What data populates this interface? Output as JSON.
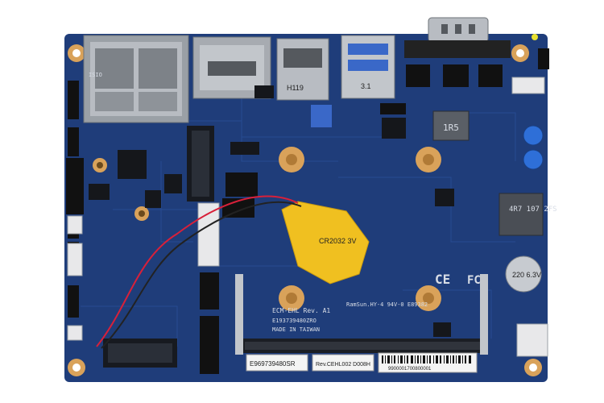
{
  "board": {
    "model_text": "ECM-EHL Rev. A1",
    "sub_text": "E193739480ZRO",
    "made_in": "MADE IN TAIWAN",
    "cert_text": "RamSun.HY-4 94V-0 E89382",
    "battery_text": "CR2032 3V",
    "inductor_1": "1R5",
    "inductor_2": "4R7 107 2FS",
    "cap_text": "220 6.3V",
    "label_1": "E969739480SR",
    "label_2": "Rev.CEHL002 D008H",
    "barcode_text": "9900001700800001",
    "usb_label": "3.1",
    "hdmi_label": "H119",
    "jack_label": "ISIO",
    "ce_mark": "CE",
    "fcc_mark": "FC"
  },
  "colors": {
    "pcb": "#1f3d7a",
    "pcb_light": "#2e55a0",
    "gold": "#d9a25a",
    "connector": "#b8bcc2",
    "battery": "#f0c020",
    "wire_red": "#d8203a"
  }
}
